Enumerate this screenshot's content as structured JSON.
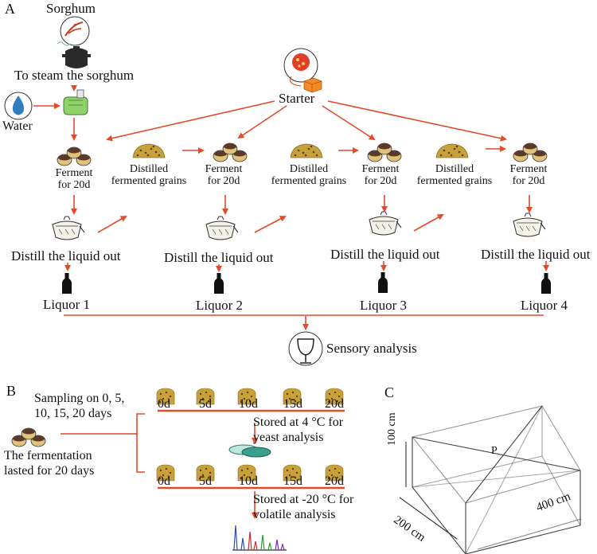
{
  "panels": {
    "a": "A",
    "b": "B",
    "c": "C"
  },
  "panel_a": {
    "sorghum": "Sorghum",
    "steam": "To steam the sorghum",
    "water": "Water",
    "starter": "Starter",
    "ferment": [
      "Ferment",
      "for 20d"
    ],
    "distilled_grains": [
      "Distilled",
      "fermented grains"
    ],
    "distill": "Distill the liquid out",
    "liquors": [
      "Liquor 1",
      "Liquor 2",
      "Liquor 3",
      "Liquor 4"
    ],
    "sensory": "Sensory analysis"
  },
  "panel_b": {
    "sampling": [
      "Sampling on 0, 5,",
      "10, 15, 20 days"
    ],
    "fermentation": [
      "The fermentation",
      "lasted for 20 days"
    ],
    "days": [
      "0d",
      "5d",
      "10d",
      "15d",
      "20d"
    ],
    "stored_yeast": [
      "Stored at 4 °C for",
      "yeast analysis"
    ],
    "stored_volatile": [
      "Stored at -20 °C for",
      "volatile analysis"
    ]
  },
  "panel_c": {
    "height": "100 cm",
    "width": "200 cm",
    "length": "400 cm",
    "point": "P"
  },
  "colors": {
    "arrow": "#e24a2a",
    "grain": "#c9a13a",
    "vessel": "#5b3a2a",
    "water": "#2f7fc0",
    "steamer": "#8fd16a",
    "dish": "#3aa08c"
  }
}
